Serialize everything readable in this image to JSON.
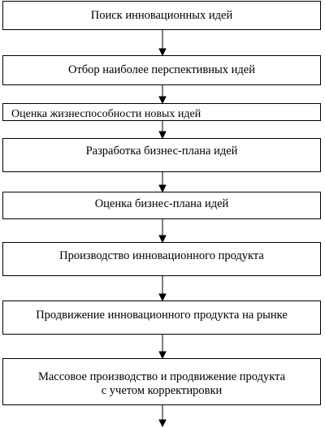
{
  "steps": [
    {
      "label": "Поиск инновационных идей"
    },
    {
      "label": "Отбор наиболее перспективных идей"
    },
    {
      "label": "Оценка жизнеспособности новых идей"
    },
    {
      "label": "Разработка бизнес-плана идей"
    },
    {
      "label": "Оценка бизнес-плана идей"
    },
    {
      "label": "Производство инновационного продукта"
    },
    {
      "label": "Продвижение инновационного продукта на рынке"
    },
    {
      "label": "Массовое производство и продвижение продукта\nс учетом корректировки"
    }
  ],
  "colors": {
    "stroke": "#000000",
    "background": "#ffffff"
  }
}
